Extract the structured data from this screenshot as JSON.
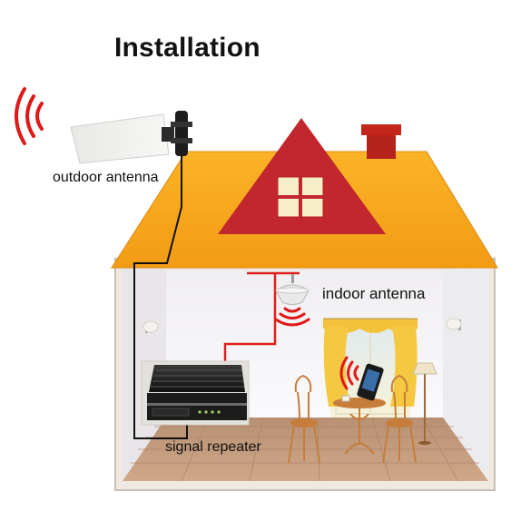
{
  "title": "Installation",
  "labels": {
    "outdoor_antenna": "outdoor antenna",
    "indoor_antenna": "indoor antenna",
    "signal_repeater": "signal repeater"
  },
  "colors": {
    "roof": "#f7a81e",
    "gable": "#c1272d",
    "chimney": "#c3271c",
    "wall": "#f4f2f4",
    "wall_outline": "#c9bfb4",
    "floor": "#c29a7a",
    "cable_black": "#111111",
    "cable_red": "#e0201c",
    "signal_wave": "#e01818",
    "curtain": "#f2c23a",
    "furniture": "#c77d3a"
  }
}
